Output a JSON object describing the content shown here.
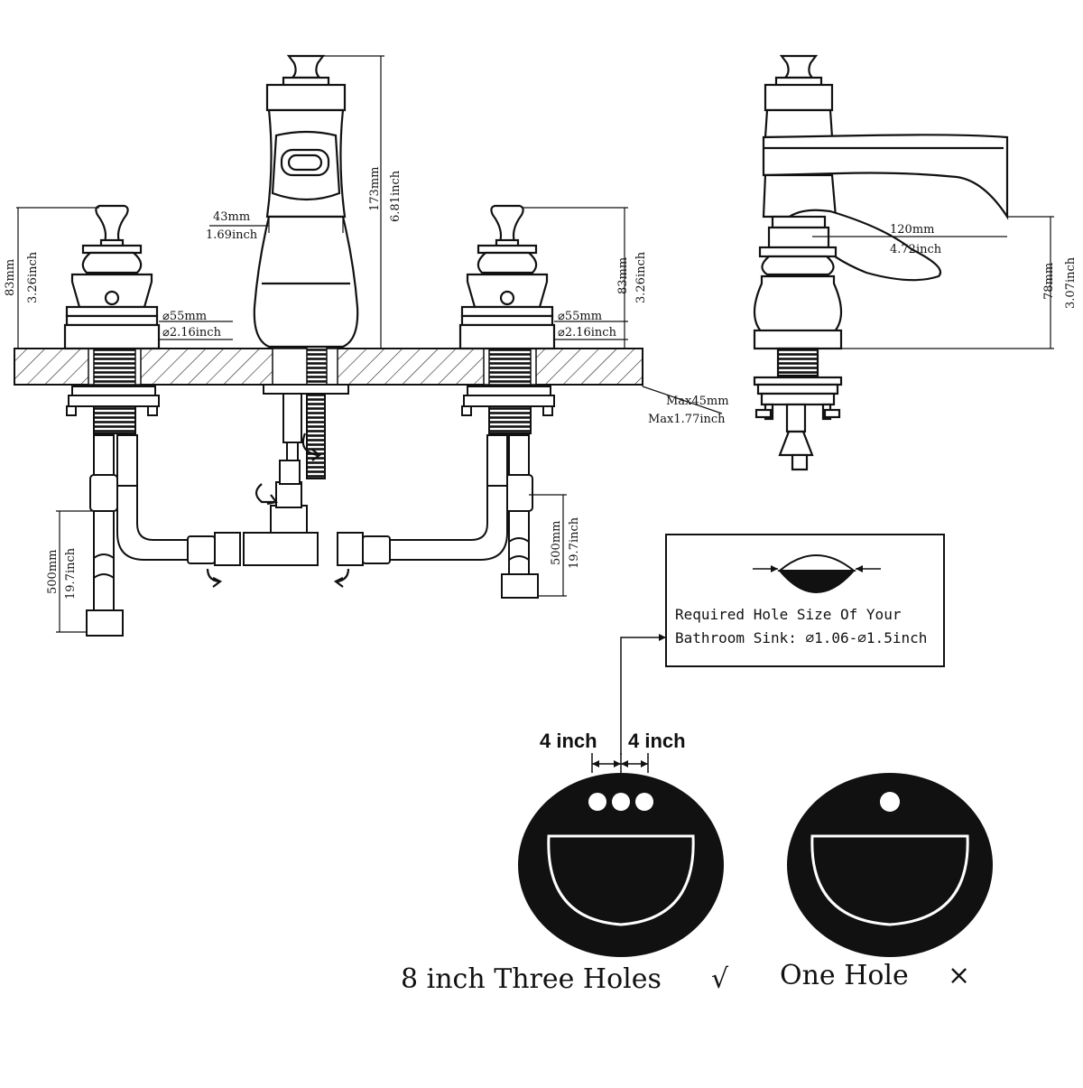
{
  "colors": {
    "ink": "#111111",
    "paper": "#ffffff"
  },
  "dimensions": {
    "spout_height_mm": "173mm",
    "spout_height_in": "6.81inch",
    "spout_width_mm": "43mm",
    "spout_width_in": "1.69inch",
    "left_handle_height_mm": "83mm",
    "left_handle_height_in": "3.26inch",
    "left_base_dia_mm": "⌀55mm",
    "left_base_dia_in": "⌀2.16inch",
    "right_handle_height_mm": "83mm",
    "right_handle_height_in": "3.26inch",
    "right_base_dia_mm": "⌀55mm",
    "right_base_dia_in": "⌀2.16inch",
    "max_thickness_mm": "Max45mm",
    "max_thickness_in": "Max1.77inch",
    "left_hose_mm": "500mm",
    "left_hose_in": "19.7inch",
    "right_hose_mm": "500mm",
    "right_hose_in": "19.7inch",
    "reach_mm": "120mm",
    "reach_in": "4.72inch",
    "outlet_height_mm": "78mm",
    "outlet_height_in": "3.07inch"
  },
  "hole_note": {
    "line1": "Required Hole Size Of Your",
    "line2": "Bathroom Sink: ⌀1.06-⌀1.5inch"
  },
  "spacing": {
    "left": "4 inch",
    "right": "4 inch"
  },
  "sinks": {
    "three_hole_label": "8 inch Three Holes",
    "three_hole_mark": "√",
    "one_hole_label": "One Hole",
    "one_hole_mark": "×"
  }
}
